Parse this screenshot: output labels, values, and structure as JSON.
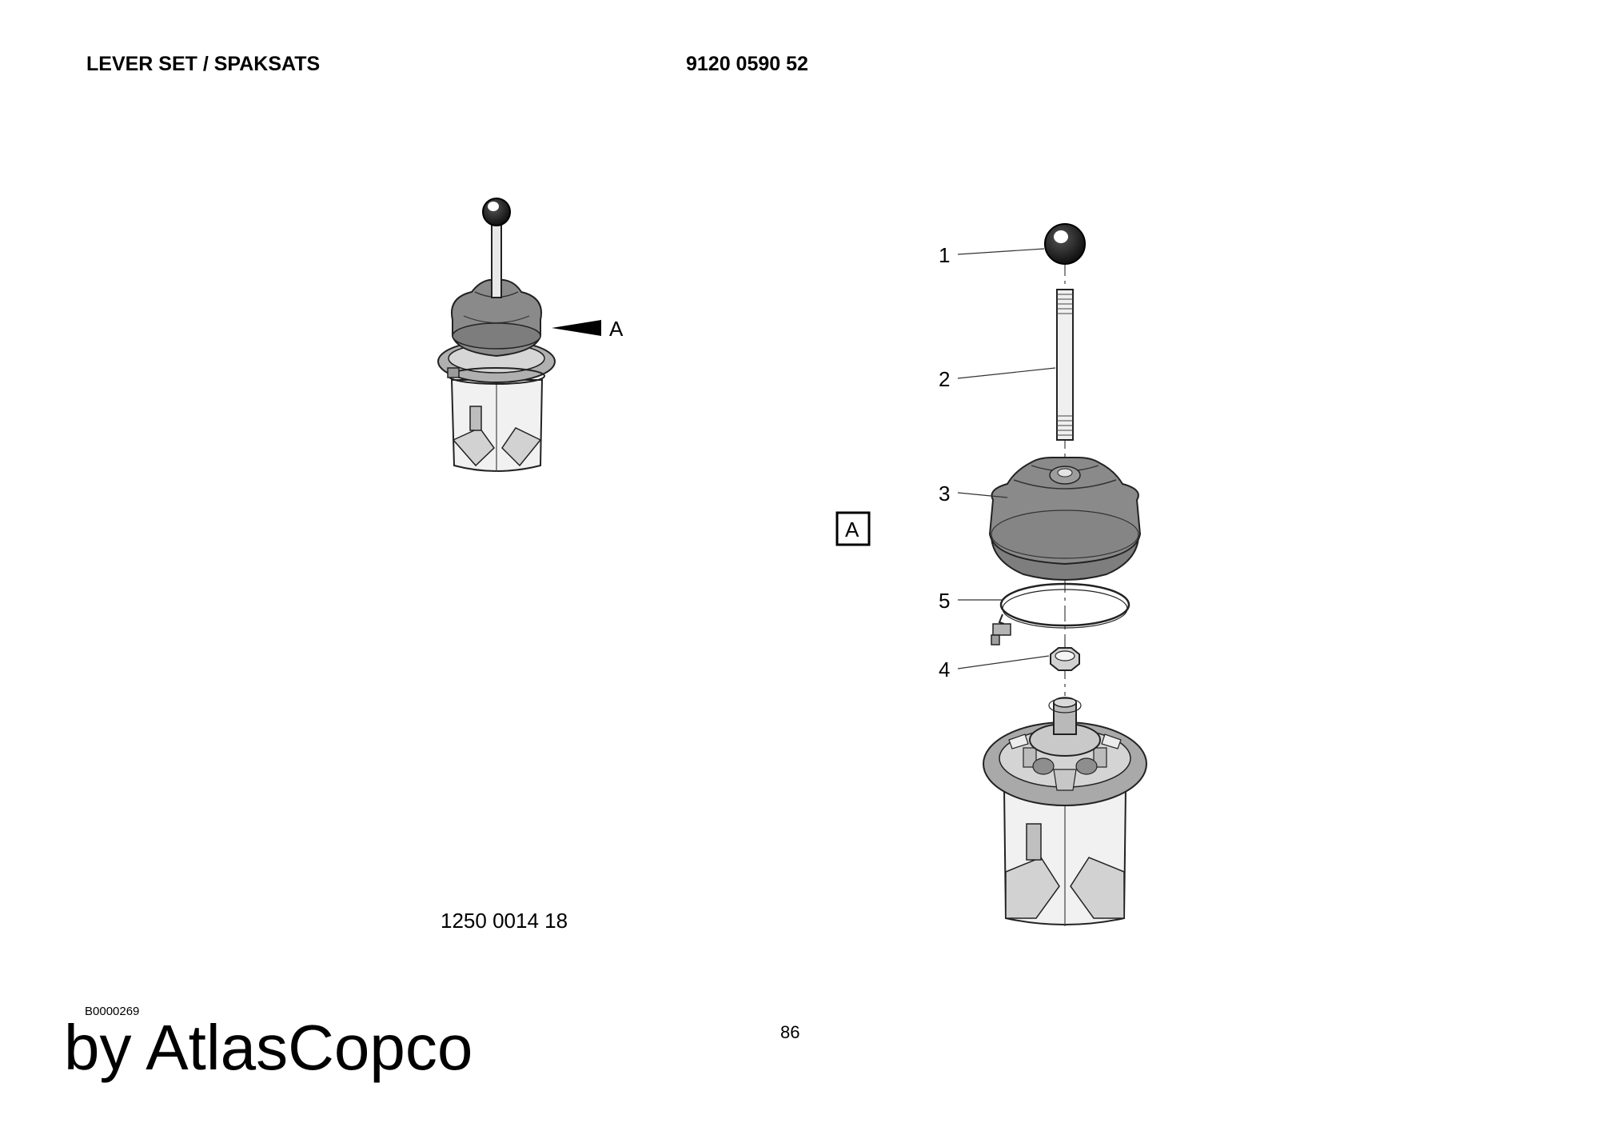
{
  "header": {
    "title": "LEVER SET / SPAKSATS",
    "part_number": "9120 0590 52"
  },
  "assembly": {
    "view_label": "A",
    "drawing_number": "1250 0014 18"
  },
  "exploded": {
    "detail_box": "A",
    "callouts": [
      "1",
      "2",
      "3",
      "5",
      "4"
    ]
  },
  "footer": {
    "document_id": "B0000269",
    "page_number": "86",
    "brand": "by AtlasCopco"
  }
}
